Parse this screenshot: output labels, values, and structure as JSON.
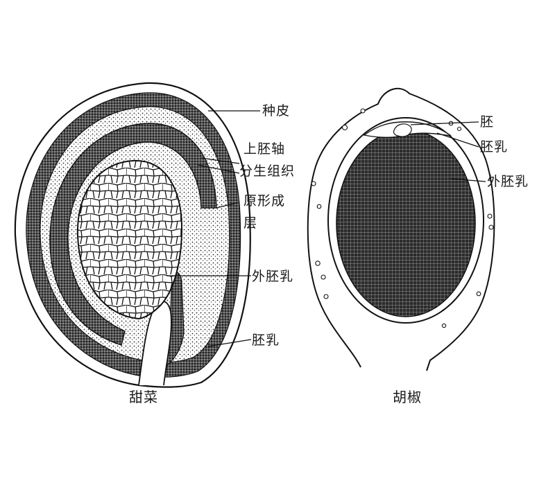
{
  "beet": {
    "labels": {
      "seed_coat": "种皮",
      "epicotyl": "上胚轴",
      "meristem": "分生组织",
      "procambium_1": "原形成",
      "procambium_2": "层",
      "perisperm": "外胚乳",
      "endosperm": "胚乳"
    },
    "caption": "甜菜"
  },
  "pepper": {
    "labels": {
      "embryo": "胚",
      "endosperm": "胚乳",
      "perisperm": "外胚乳"
    },
    "caption": "胡椒"
  },
  "colors": {
    "ink": "#1a1a1a",
    "paper": "#ffffff"
  }
}
